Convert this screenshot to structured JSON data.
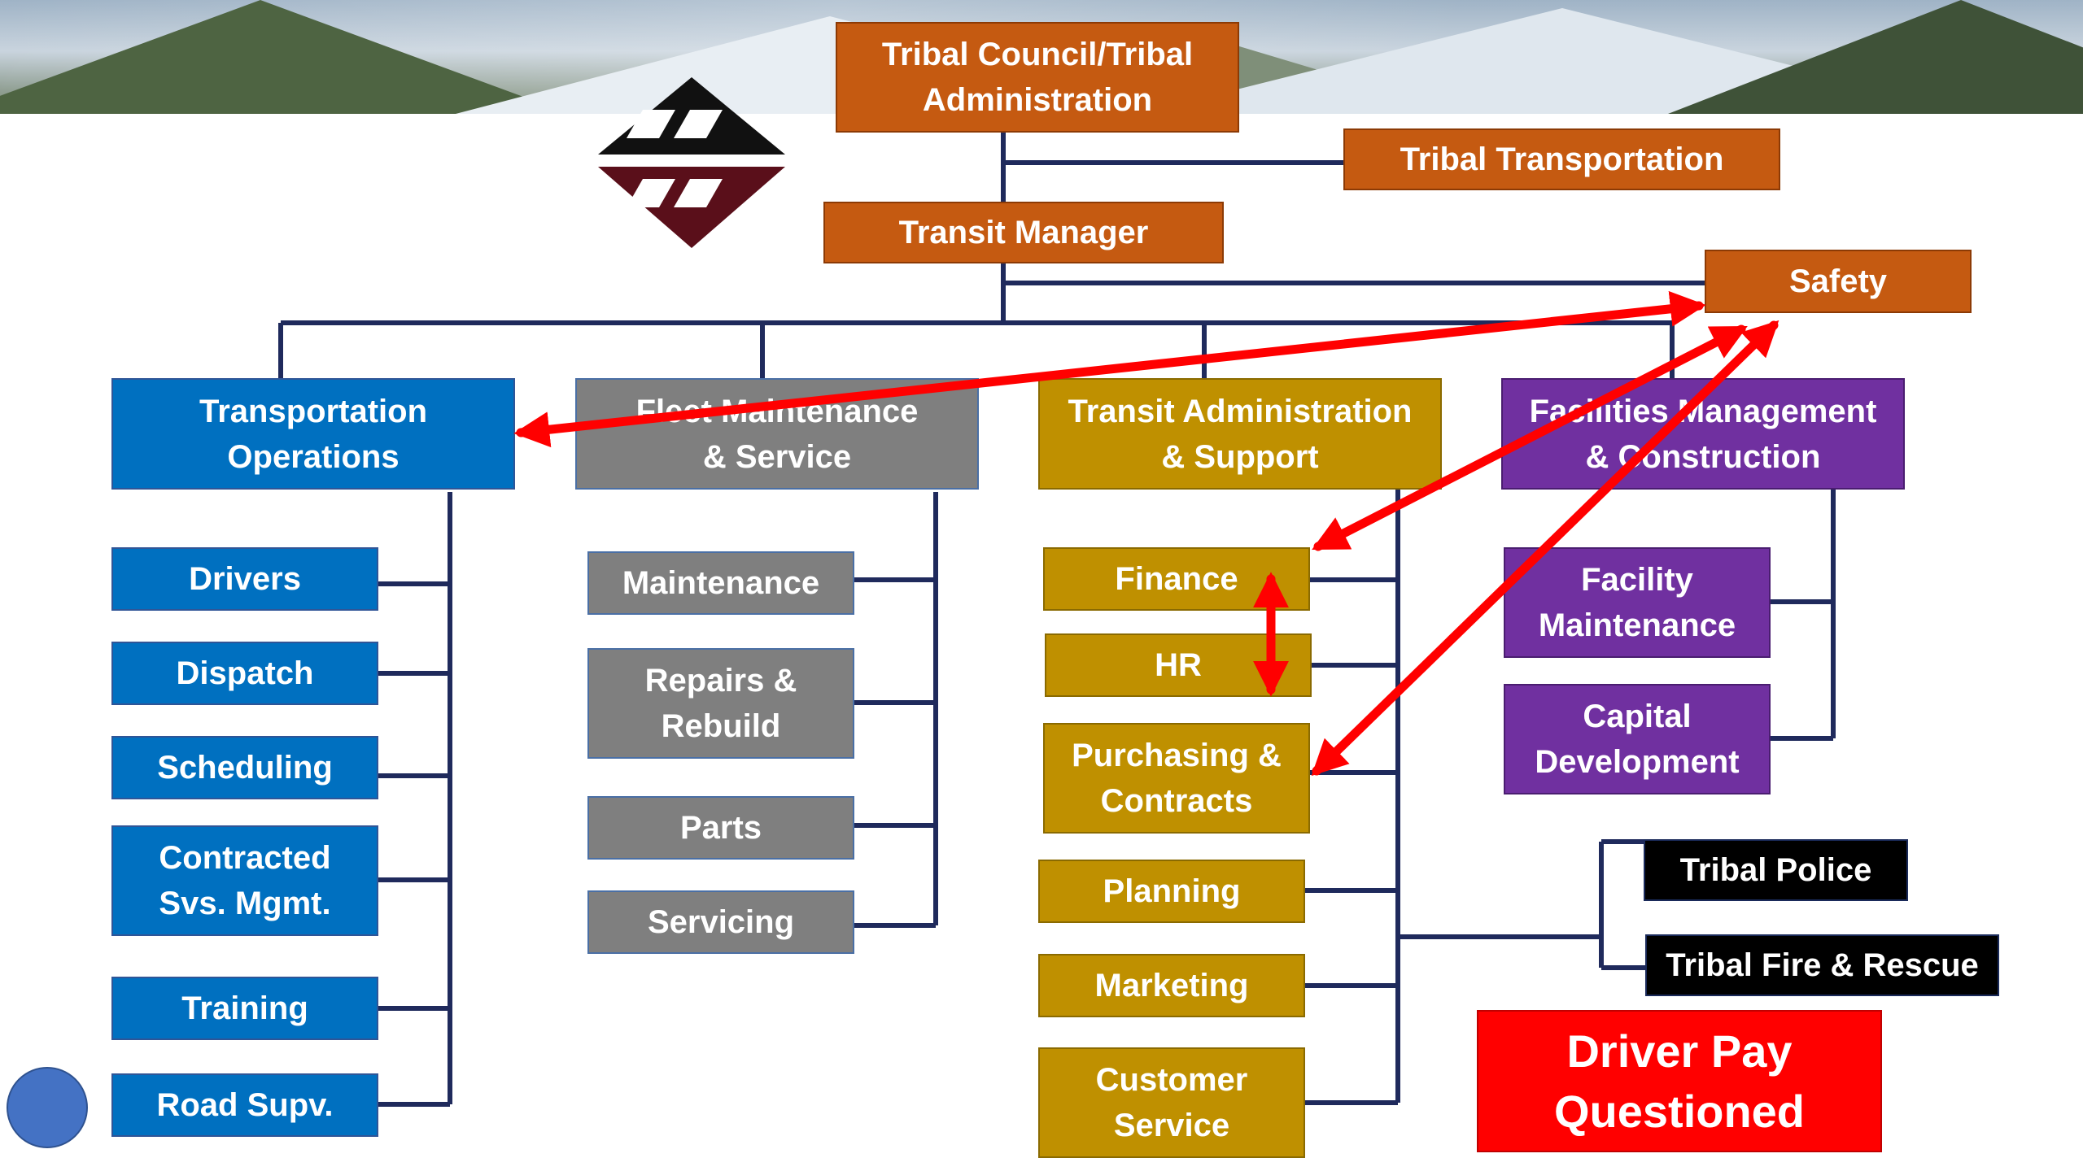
{
  "header": {
    "council": "Tribal Council/Tribal\nAdministration",
    "transportation": "Tribal Transportation",
    "manager": "Transit Manager",
    "safety": "Safety"
  },
  "departments": {
    "ops": "Transportation\nOperations",
    "fleet": "Fleet Maintenance\n& Service",
    "admin": "Transit Administration\n& Support",
    "facilities": "Facilities Management\n& Construction"
  },
  "ops_items": [
    "Drivers",
    "Dispatch",
    "Scheduling",
    "Contracted\nSvs. Mgmt.",
    "Training",
    "Road Supv."
  ],
  "fleet_items": [
    "Maintenance",
    "Repairs  &\nRebuild",
    "Parts",
    "Servicing"
  ],
  "admin_items": [
    "Finance",
    "HR",
    "Purchasing &\nContracts",
    "Planning",
    "Marketing",
    "Customer\nService"
  ],
  "facilities_items": [
    "Facility\nMaintenance",
    "Capital\nDevelopment"
  ],
  "external": {
    "police": "Tribal Police",
    "fire": "Tribal Fire & Rescue"
  },
  "callout": "Driver Pay\nQuestioned",
  "colors": {
    "orange": "#c55a11",
    "blue": "#0070c0",
    "gray": "#7f7f7f",
    "gold": "#bf9000",
    "purple": "#7030a0",
    "black": "#000000",
    "red": "#ff0000",
    "connector": "#1f2a5c",
    "arrow": "#ff0000"
  }
}
